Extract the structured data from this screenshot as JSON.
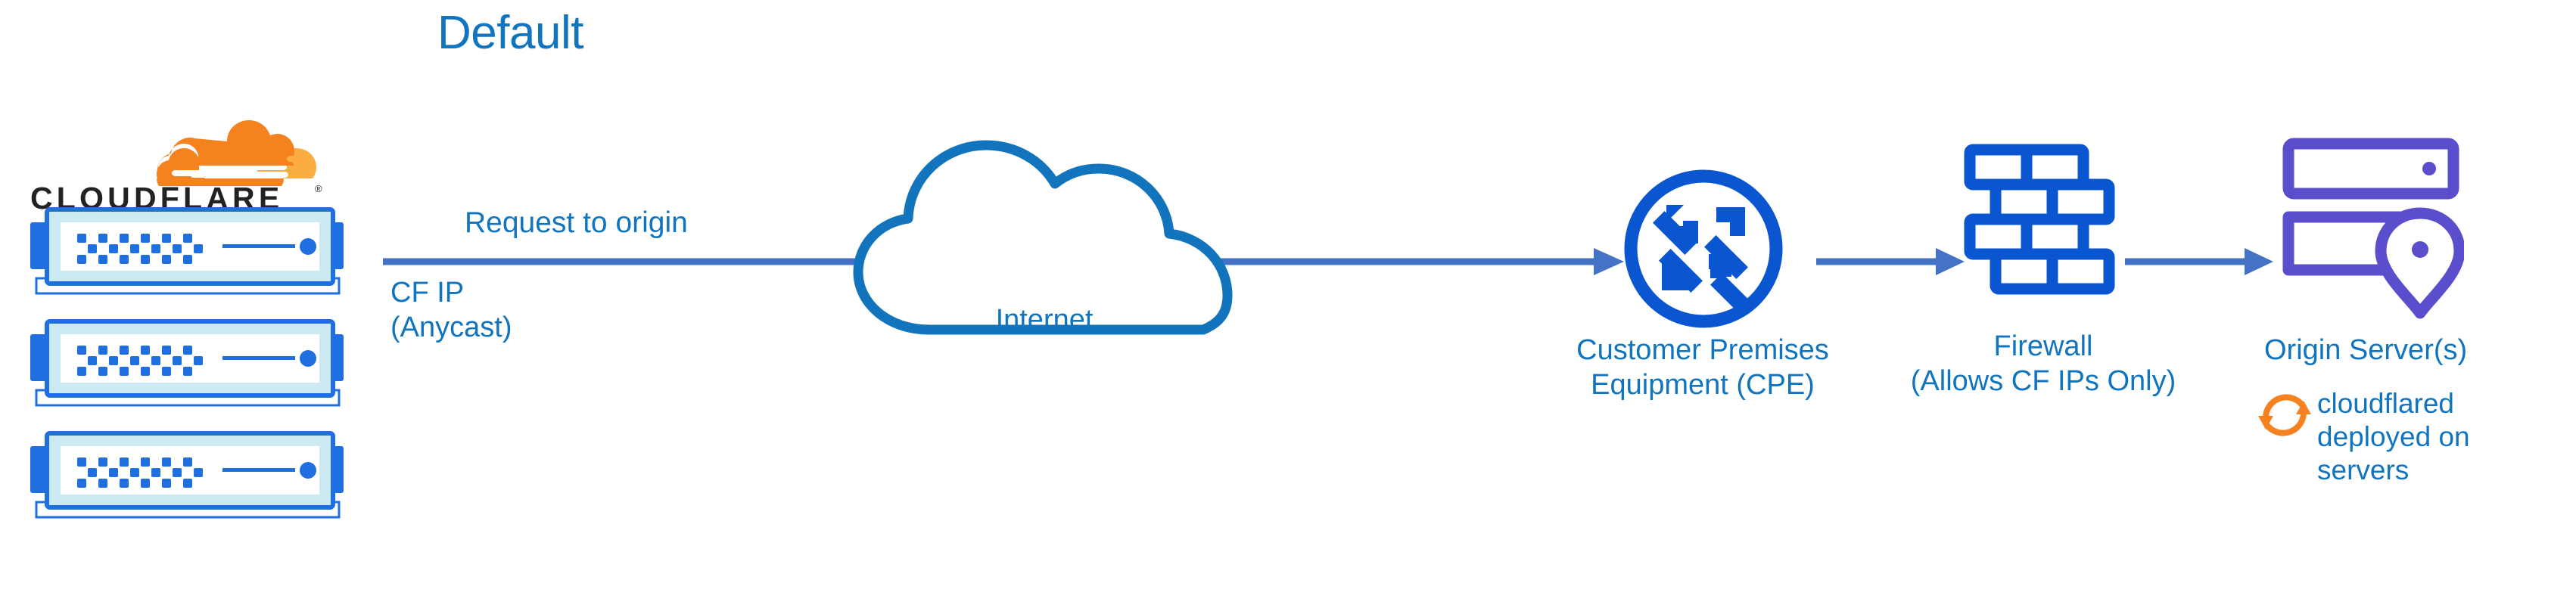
{
  "title": "Default",
  "brand": {
    "logo_wordmark": "CLOUDFLARE",
    "logo_trademark": "®",
    "logo_name": "cloudflare-logo"
  },
  "colors": {
    "title_blue": "#1174BE",
    "label_blue": "#1174BE",
    "arrow_blue": "#4472C4",
    "icon_blue": "#0A56D0",
    "cloud_outline_blue": "#1274BC",
    "server_purple": "#5B4ECC",
    "cloudflare_orange": "#F6821F",
    "cloudflare_orange_light": "#FBAD41",
    "server_unit_border": "#1F6FE0",
    "server_unit_inner": "#CDE9F2",
    "server_unit_face": "#FFFFFF",
    "wordmark_black": "#222222"
  },
  "nodes": [
    {
      "id": "cloudflare-edge",
      "icon": "cloudflare-server-stack-icon",
      "label": "CF IP\n(Anycast)",
      "count": 3
    },
    {
      "id": "internet",
      "icon": "cloud-icon",
      "label": "Internet"
    },
    {
      "id": "cpe",
      "icon": "router-icon",
      "label": "Customer Premises\nEquipment (CPE)"
    },
    {
      "id": "firewall",
      "icon": "brick-wall-icon",
      "label": "Firewall\n(Allows CF IPs Only)"
    },
    {
      "id": "origin",
      "icon": "server-location-pin-icon",
      "label": "Origin Server(s)",
      "annotation": "cloudflared deployed on servers",
      "annotation_icon": "refresh-sync-icon"
    }
  ],
  "edges": [
    {
      "id": "edge-main",
      "from": "cloudflare-edge",
      "to": "cpe",
      "label": "Request to origin",
      "style": "arrow"
    },
    {
      "id": "edge-cpe-firewall",
      "from": "cpe",
      "to": "firewall",
      "label": "",
      "style": "arrow"
    },
    {
      "id": "edge-firewall-origin",
      "from": "firewall",
      "to": "origin",
      "label": "",
      "style": "arrow"
    }
  ],
  "labels": {
    "request_to_origin": "Request to origin",
    "cf_ip": "CF IP\n(Anycast)",
    "internet": "Internet",
    "cpe": "Customer Premises\nEquipment (CPE)",
    "firewall": "Firewall\n(Allows CF IPs Only)",
    "origin_server": "Origin Server(s)",
    "cloudflared": "cloudflared\ndeployed on\nservers"
  }
}
